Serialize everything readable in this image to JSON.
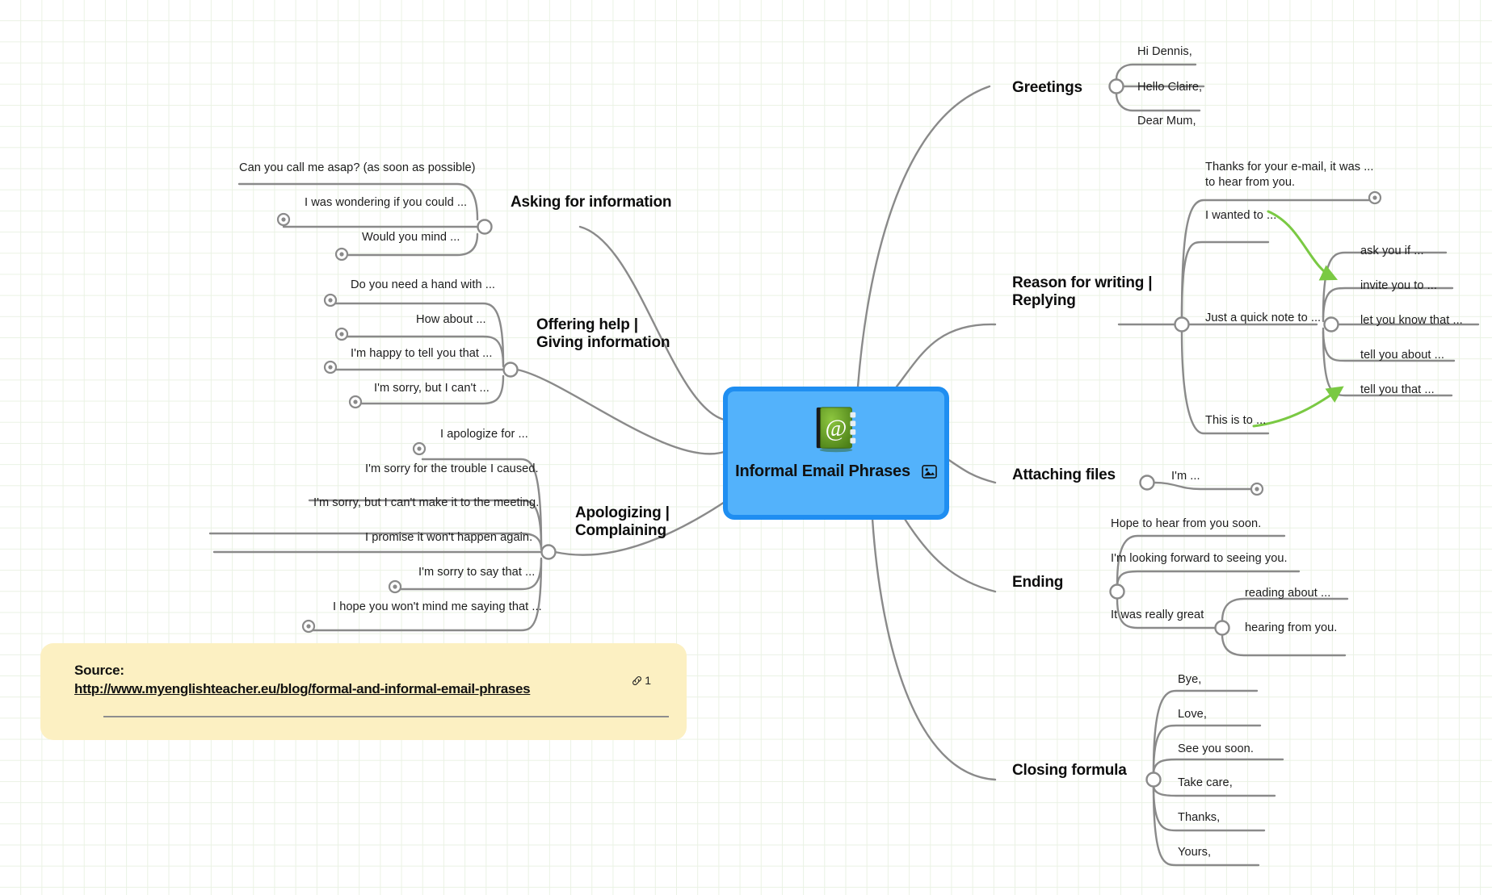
{
  "document": {
    "type": "mind-map",
    "background": "#ffffff",
    "grid_color": "#eaf2e4"
  },
  "center": {
    "title": "Informal Email Phrases",
    "fill": "#53b2fb",
    "border": "#1f8ef1",
    "book_icon_name": "address-book-at-icon",
    "image_icon_name": "image-icon"
  },
  "branches": [
    {
      "id": "greetings",
      "label": "Greetings",
      "side": "right",
      "children": [
        {
          "label": "Hi Dennis,"
        },
        {
          "label": "Hello Claire,"
        },
        {
          "label": "Dear Mum,"
        }
      ]
    },
    {
      "id": "reason-for-writing",
      "label": "Reason for writing |\nReplying",
      "side": "right",
      "children": [
        {
          "label": "Thanks for your e-mail, it was ...\nto hear from you.",
          "endpoint": true
        },
        {
          "label": "I wanted to ..."
        },
        {
          "label": "Just a quick note to ...",
          "children": [
            {
              "label": "ask you if ..."
            },
            {
              "label": "invite you to ..."
            },
            {
              "label": "let you know that ..."
            },
            {
              "label": "tell you about ..."
            },
            {
              "label": "tell you that ..."
            }
          ]
        },
        {
          "label": "This is to ..."
        }
      ]
    },
    {
      "id": "attaching-files",
      "label": "Attaching files",
      "side": "right",
      "children": [
        {
          "label": "I'm ...",
          "endpoint": true
        }
      ]
    },
    {
      "id": "ending",
      "label": "Ending",
      "side": "right",
      "children": [
        {
          "label": "Hope to hear from you soon."
        },
        {
          "label": "I'm looking forward to seeing you."
        },
        {
          "label": "It was really great",
          "children": [
            {
              "label": "reading about ..."
            },
            {
              "label": "hearing from you."
            }
          ]
        }
      ]
    },
    {
      "id": "closing-formula",
      "label": "Closing formula",
      "side": "right",
      "children": [
        {
          "label": "Bye,"
        },
        {
          "label": "Love,"
        },
        {
          "label": "See you soon."
        },
        {
          "label": "Take care,"
        },
        {
          "label": "Thanks,"
        },
        {
          "label": "Yours,"
        }
      ]
    },
    {
      "id": "asking-for-information",
      "label": "Asking for information",
      "side": "left",
      "children": [
        {
          "label": "Can you call me asap? (as soon as possible)"
        },
        {
          "label": "I was wondering if you could ...",
          "endpoint": true
        },
        {
          "label": "Would you mind ...",
          "endpoint": true
        }
      ]
    },
    {
      "id": "offering-help",
      "label": "Offering help |\nGiving information",
      "side": "left",
      "children": [
        {
          "label": "Do you need a hand with ...",
          "endpoint": true
        },
        {
          "label": "How about ...",
          "endpoint": true
        },
        {
          "label": "I'm happy to tell you that ...",
          "endpoint": true
        },
        {
          "label": "I'm sorry, but I can't ...",
          "endpoint": true
        }
      ]
    },
    {
      "id": "apologizing",
      "label": "Apologizing |\nComplaining",
      "side": "left",
      "children": [
        {
          "label": "I apologize for ...",
          "endpoint": true
        },
        {
          "label": "I'm sorry for the trouble I caused."
        },
        {
          "label": "I'm sorry, but I can't make it to the meeting."
        },
        {
          "label": "I promise it won't happen again."
        },
        {
          "label": "I'm sorry to say that ...",
          "endpoint": true
        },
        {
          "label": "I hope you won't mind me saying that ...",
          "endpoint": true
        }
      ]
    }
  ],
  "note": {
    "source_label": "Source:",
    "source_url": "http://www.myenglishteacher.eu/blog/formal-and-informal-email-phrases",
    "attachment_count": "1",
    "fill": "#fcf0c2"
  },
  "arrows": [
    {
      "from": "I wanted to ...",
      "to": "invite you to ...",
      "color": "#7ac943"
    },
    {
      "from": "This is to ...",
      "to": "tell you that ...",
      "color": "#7ac943"
    }
  ]
}
